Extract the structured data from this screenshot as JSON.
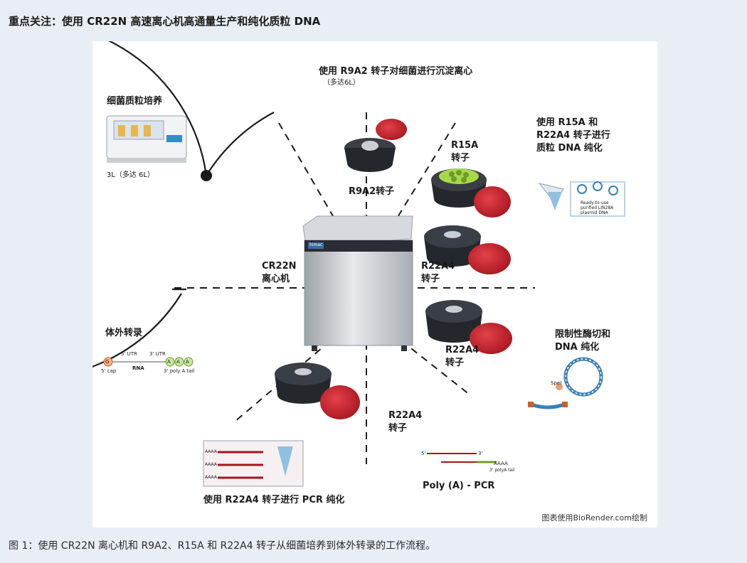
{
  "page": {
    "heading": "重点关注：使用 CR22N 高速离心机高通量生产和纯化质粒 DNA",
    "caption": "图 1：使用 CR22N 离心机和 R9A2、R15A 和 R22A4 转子从细菌培养到体外转录的工作流程。"
  },
  "diagram": {
    "credit": "图表使用BioRender.com绘制",
    "culture": {
      "title": "细菌质粒培养",
      "volume": "3L（多达 6L）"
    },
    "top_step": {
      "title": "使用 R9A2 转子对细菌进行沉淀离心",
      "note": "（多达6L）"
    },
    "r9a2_label": "R9A2转子",
    "r15a_label": [
      "R15A",
      "转子"
    ],
    "purify_step": [
      "使用 R15A 和",
      "R22A4 转子进行",
      "质粒 DNA 纯化"
    ],
    "plasmid_box": [
      "Ready-to-use",
      "purified LIN28A",
      "plasmid DNA"
    ],
    "r22a4_label": [
      "R22A4",
      "转子"
    ],
    "centrifuge_label": [
      "CR22N",
      "离心机"
    ],
    "centrifuge_brand": "himac",
    "digest_step": [
      "限制性酶切和",
      "DNA 纯化"
    ],
    "enzyme_site": "SpeI",
    "ivt_step": {
      "title": "体外转录",
      "five_utr": "5' UTR",
      "three_utr": "3' UTR",
      "rna": "RNA",
      "cap": "5' cap",
      "tail": "3' poly A tail",
      "g": "G",
      "a": "A"
    },
    "pcr_step": {
      "title": "使用 R22A4 转子进行 PCR 纯化",
      "aaaa": "AAAA"
    },
    "polya_step": {
      "title": "Poly (A) - PCR",
      "five": "5'",
      "three": "3'",
      "aaaa": "AAAA",
      "tail_note": "3' polyA tail"
    }
  },
  "colors": {
    "accent_red": "#c8202b",
    "lime": "#a7d84a",
    "dark_rotor": "#2c2f35",
    "steel": "#bfc3c9",
    "background": "#e9eef5"
  }
}
